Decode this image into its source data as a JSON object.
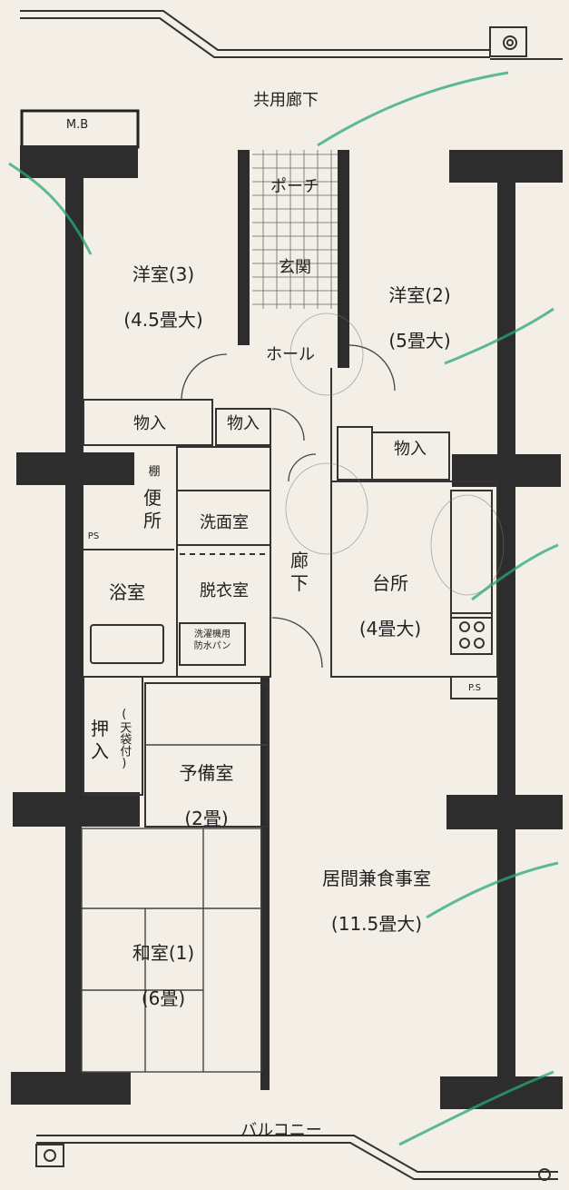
{
  "corridor": "共用廊下",
  "meter_box": "M.B",
  "porch": "ポーチ",
  "entrance": "玄関",
  "hall": "ホール",
  "western3": {
    "name": "洋室(3)",
    "size": "(4.5畳大)"
  },
  "western2": {
    "name": "洋室(2)",
    "size": "(5畳大)"
  },
  "storage_left": "物入",
  "storage_mid": "物入",
  "storage_right": "物入",
  "shelf": "棚",
  "toilet": "便\n所",
  "ps_left": "PS",
  "washroom": "洗面室",
  "dressing": "脱衣室",
  "bath": "浴室",
  "washer": "洗濯機用\n防水パン",
  "hallway": "廊\n下",
  "kitchen": {
    "name": "台所",
    "size": "(4畳大)"
  },
  "ps_right": "P.S",
  "closet": "押\n入",
  "closet_note": "(天袋付)",
  "spare": {
    "name": "予備室",
    "size": "(2畳)"
  },
  "living": {
    "name": "居間兼食事室",
    "size": "(11.5畳大)"
  },
  "japanese": {
    "name": "和室(1)",
    "size": "(6畳)"
  },
  "balcony": "バルコニー"
}
